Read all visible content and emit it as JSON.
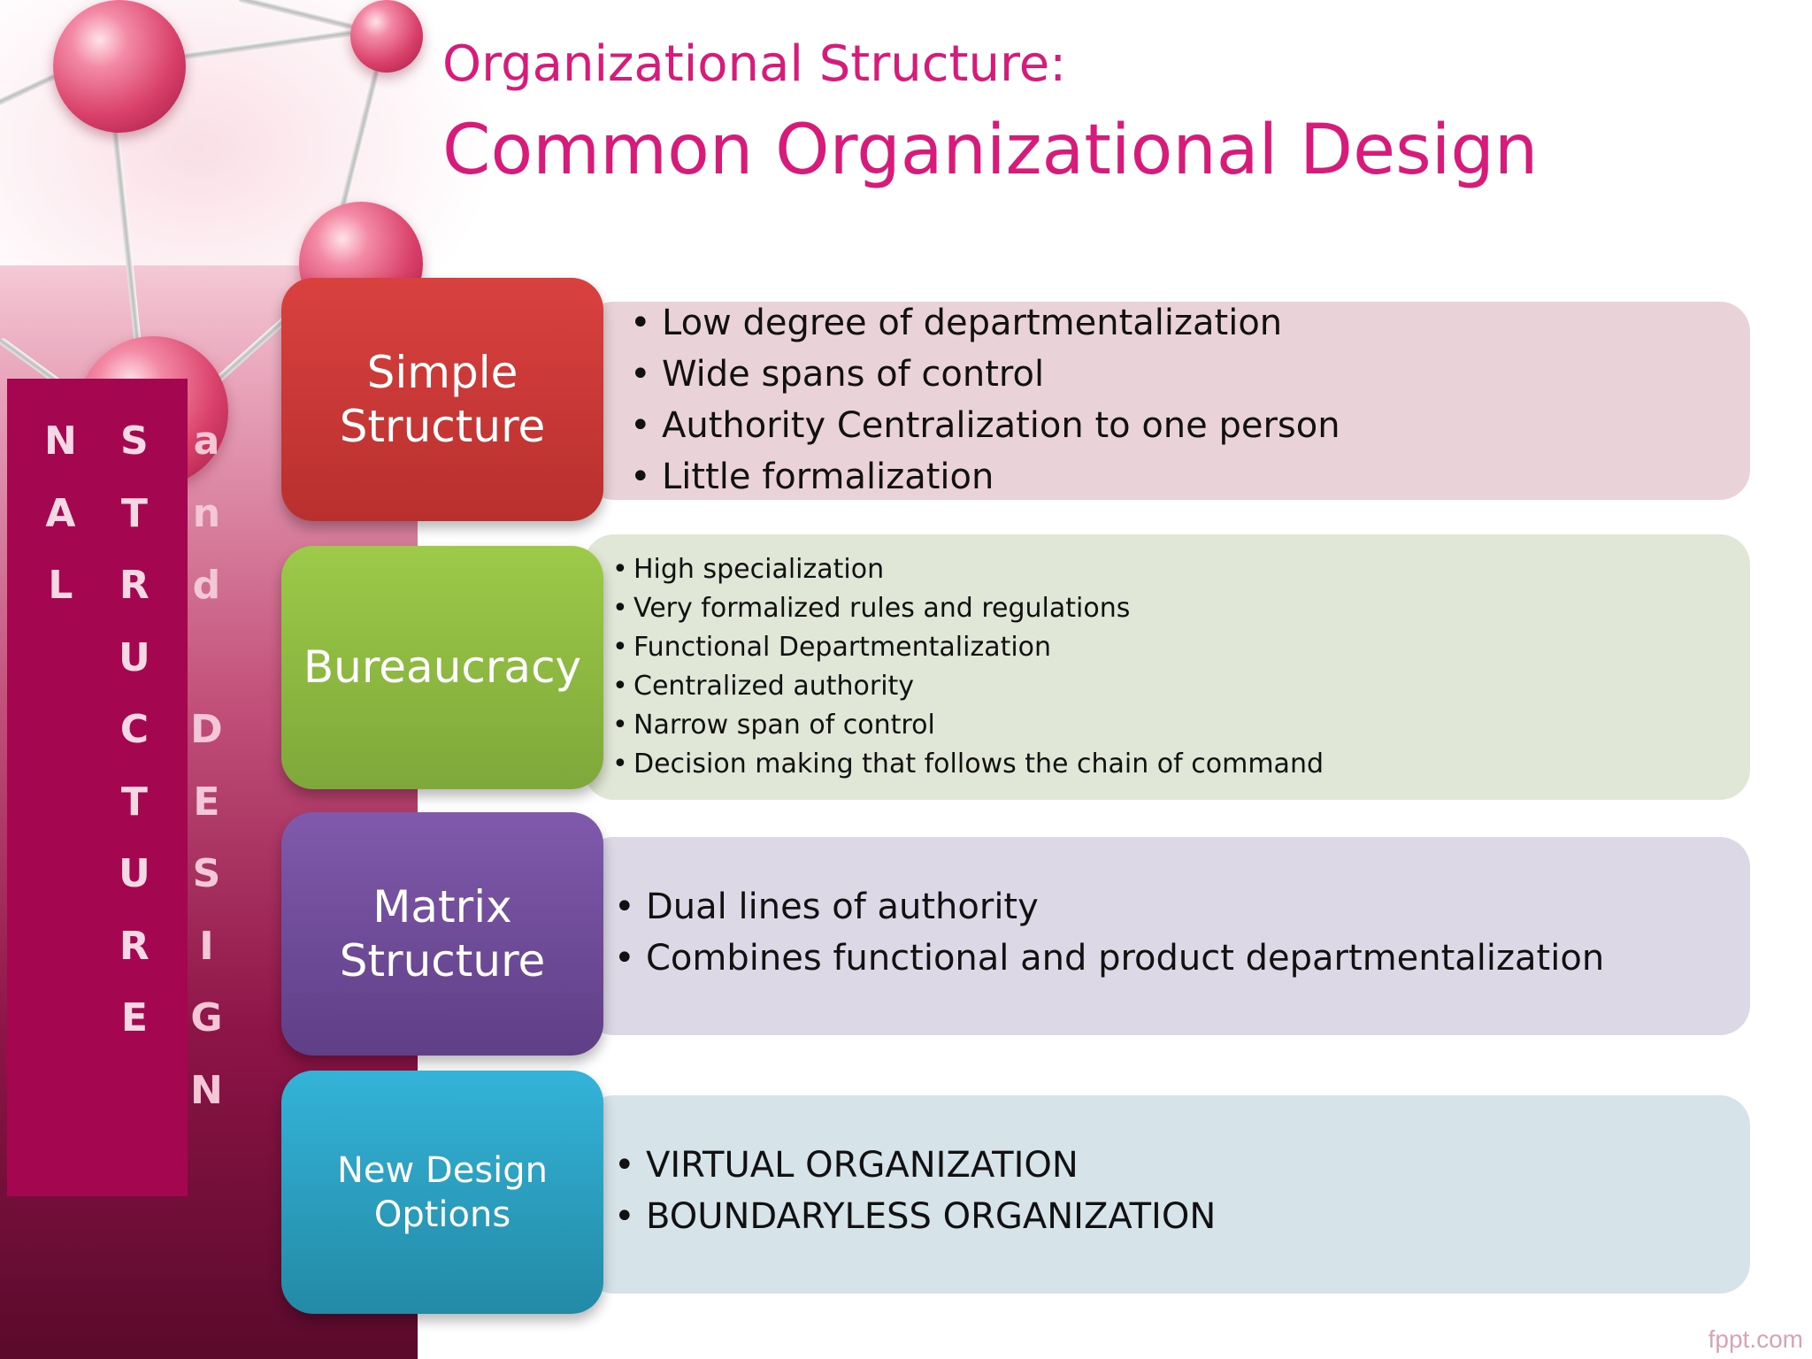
{
  "title": {
    "line1": "Organizational Structure:",
    "line2": "Common Organizational Design"
  },
  "side_banner": {
    "columns": [
      {
        "letters": [
          "N",
          "A",
          "L"
        ]
      },
      {
        "letters": [
          "S",
          "T",
          "R",
          "U",
          "C",
          "T",
          "U",
          "R",
          "E"
        ]
      },
      {
        "letters": [
          "a",
          "n",
          "d",
          "",
          "D",
          "E",
          "S",
          "I",
          "G",
          "N"
        ]
      }
    ]
  },
  "rows": [
    {
      "label": "Simple Structure",
      "items": [
        "Low degree of departmentalization",
        "Wide spans of control",
        "Authority Centralization to one person",
        "Little formalization"
      ]
    },
    {
      "label": "Bureaucracy",
      "items": [
        "High specialization",
        "Very formalized rules and regulations",
        "Functional Departmentalization",
        "Centralized authority",
        "Narrow span of control",
        "Decision making that follows the chain of command"
      ]
    },
    {
      "label": "Matrix Structure",
      "items": [
        "Dual lines of authority",
        "Combines functional and product departmentalization"
      ]
    },
    {
      "label": "New Design Options",
      "items": [
        "VIRTUAL ORGANIZATION",
        "BOUNDARYLESS ORGANIZATION"
      ]
    }
  ],
  "watermark": "fppt.com",
  "colors": {
    "title": "#d81b7a",
    "banner": "#a4074f",
    "simple": "#c83634",
    "bureaucracy": "#8cb841",
    "matrix": "#6f4b98",
    "new_design": "#2ea0c2"
  }
}
